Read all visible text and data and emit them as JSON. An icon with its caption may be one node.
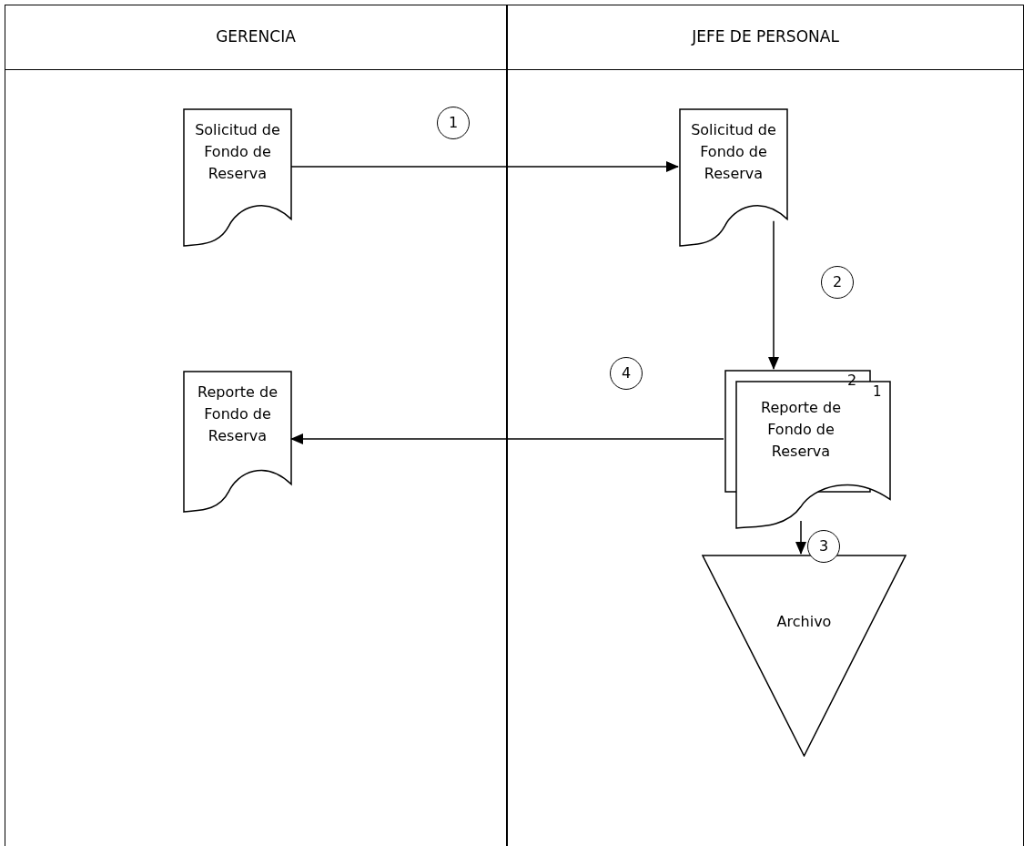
{
  "diagram": {
    "nodes": [
      {
        "text": [
          "GERENCIA"
        ]
      },
      {
        "text": [
          "JEFE DE PERSONAL"
        ]
      },
      {
        "text": [
          "Solicitud de Fondo de Reserva"
        ],
        "in": 0
      },
      {
        "text": [
          "Solicitud de Fondo de Reserva"
        ],
        "in": 1
      },
      {
        "text": [
          "2",
          "1",
          "Reporte de Fondo de Reserva"
        ],
        "in": 1
      },
      {
        "text": [
          "Reporte de Fondo de Reserva"
        ],
        "in": 0
      },
      {
        "text": [
          "Archivo"
        ],
        "in": 1
      }
    ],
    "edges": [
      {
        "from": 2,
        "to": 3,
        "arrow": "to",
        "label": "1"
      },
      {
        "from": 3,
        "to": 4,
        "arrow": "to",
        "label": "2"
      },
      {
        "from": 4,
        "to": 5,
        "arrow": "to",
        "label": "4"
      },
      {
        "from": 4,
        "to": 6,
        "arrow": "to",
        "label": "3"
      }
    ]
  }
}
